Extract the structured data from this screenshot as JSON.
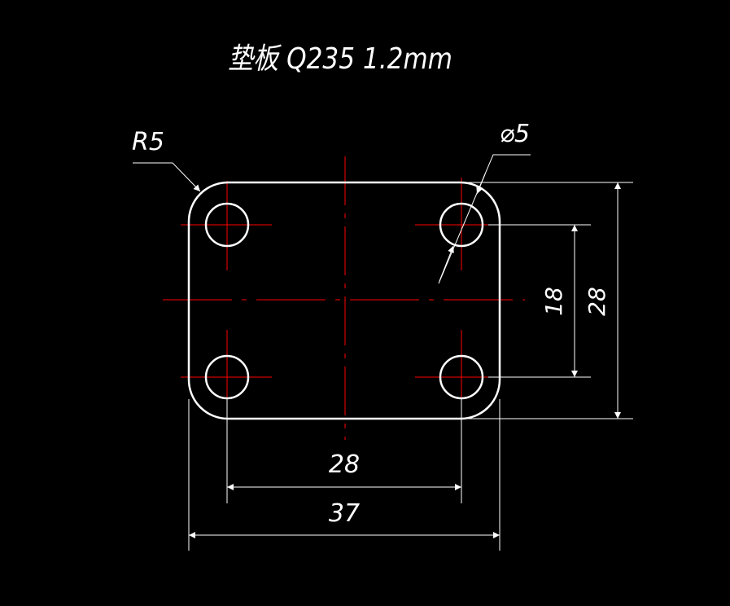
{
  "title": "垫板 Q235 1.2mm",
  "annotations": {
    "radius": "R5",
    "hole_diameter": "⌀5",
    "dim_hole_pitch_vertical": "18",
    "dim_overall_height": "28",
    "dim_hole_pitch_horizontal": "28",
    "dim_overall_width": "37"
  },
  "colors": {
    "background": "#000000",
    "geometry": "#ffffff",
    "centerline": "#ff0000"
  }
}
